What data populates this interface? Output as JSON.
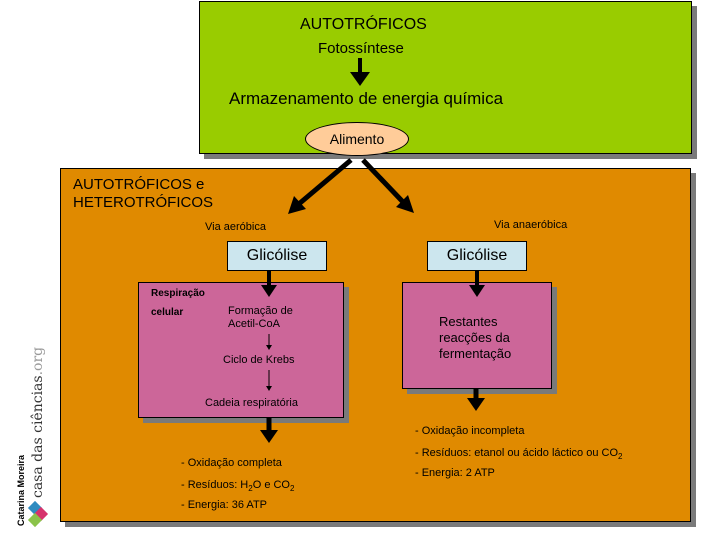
{
  "top": {
    "title": "AUTOTRÓFICOS",
    "process": "Fotossíntese",
    "storage": "Armazenamento de energia química"
  },
  "food": "Alimento",
  "bottom": {
    "title_line1": "AUTOTRÓFICOS e",
    "title_line2": "HETEROTRÓFICOS"
  },
  "aerobic": {
    "label": "Via aeróbica",
    "glycolysis": "Glicólise",
    "resp_label_1": "Respiração",
    "resp_label_2": "celular",
    "step1_line1": "Formação de",
    "step1_line2": "Acetil-CoA",
    "step2": "Ciclo de Krebs",
    "step3": "Cadeia respiratória",
    "result1": "- Oxidação completa",
    "result2_prefix": "- Resíduos: H",
    "result2_sub1": "2",
    "result2_mid": "O e CO",
    "result2_sub2": "2",
    "result3": "- Energia: 36 ATP"
  },
  "anaerobic": {
    "label": "Via anaeróbica",
    "glycolysis": "Glicólise",
    "rest_line1": "Restantes",
    "rest_line2": "reacções da",
    "rest_line3": "fermentação",
    "result1": "- Oxidação incompleta",
    "result2_prefix": "- Resíduos: etanol ou ácido láctico ou CO",
    "result2_sub": "2",
    "result3": "- Energia: 2 ATP"
  },
  "credits": {
    "author": "Catarina Moreira",
    "site": "casa das ciências",
    "tld": ".org"
  },
  "colors": {
    "top_box": "#99cc00",
    "bottom_box": "#e08a00",
    "food_ellipse": "#ffcc99",
    "glycolysis_box": "#cce6ee",
    "process_box": "#cc6699"
  }
}
